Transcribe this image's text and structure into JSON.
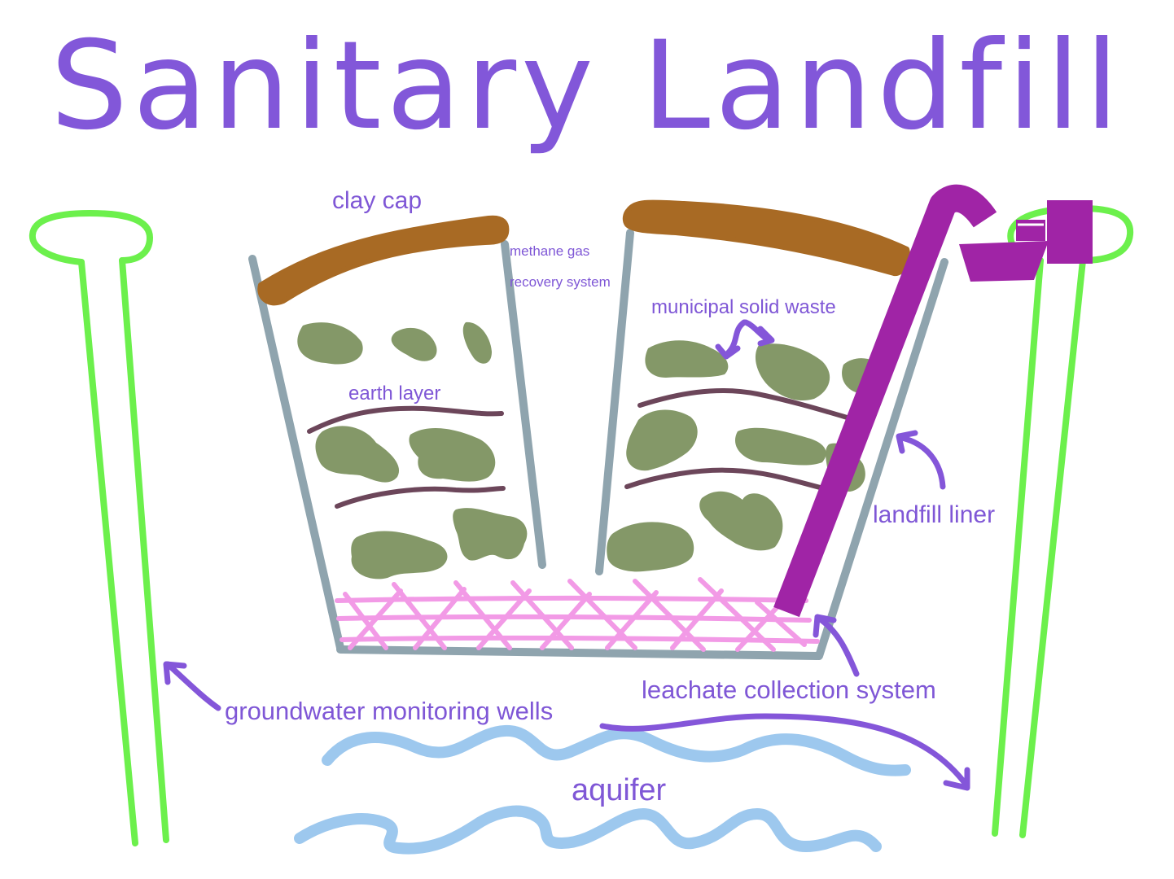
{
  "title": "Sanitary Landfill",
  "labels": {
    "clay_cap": "clay cap",
    "methane_line1": "methane gas",
    "methane_line2": "recovery system",
    "municipal_solid_waste": "municipal solid waste",
    "earth_layer": "earth layer",
    "landfill_liner": "landfill liner",
    "leachate_collection_system": "leachate collection system",
    "groundwater_monitoring_wells": "groundwater monitoring wells",
    "aquifer": "aquifer"
  },
  "colors": {
    "title": "#8257d9",
    "label": "#7f57d6",
    "clay_cap": "#a86a24",
    "liner": "#8fa4ae",
    "waste": "#849868",
    "earth_layer": "#6c465a",
    "methane_pipe": "#a024a6",
    "leachate_grid": "#f29ae6",
    "wells": "#6cf04c",
    "aquifer": "#9dc8ee",
    "arrows": "#8456d9"
  }
}
